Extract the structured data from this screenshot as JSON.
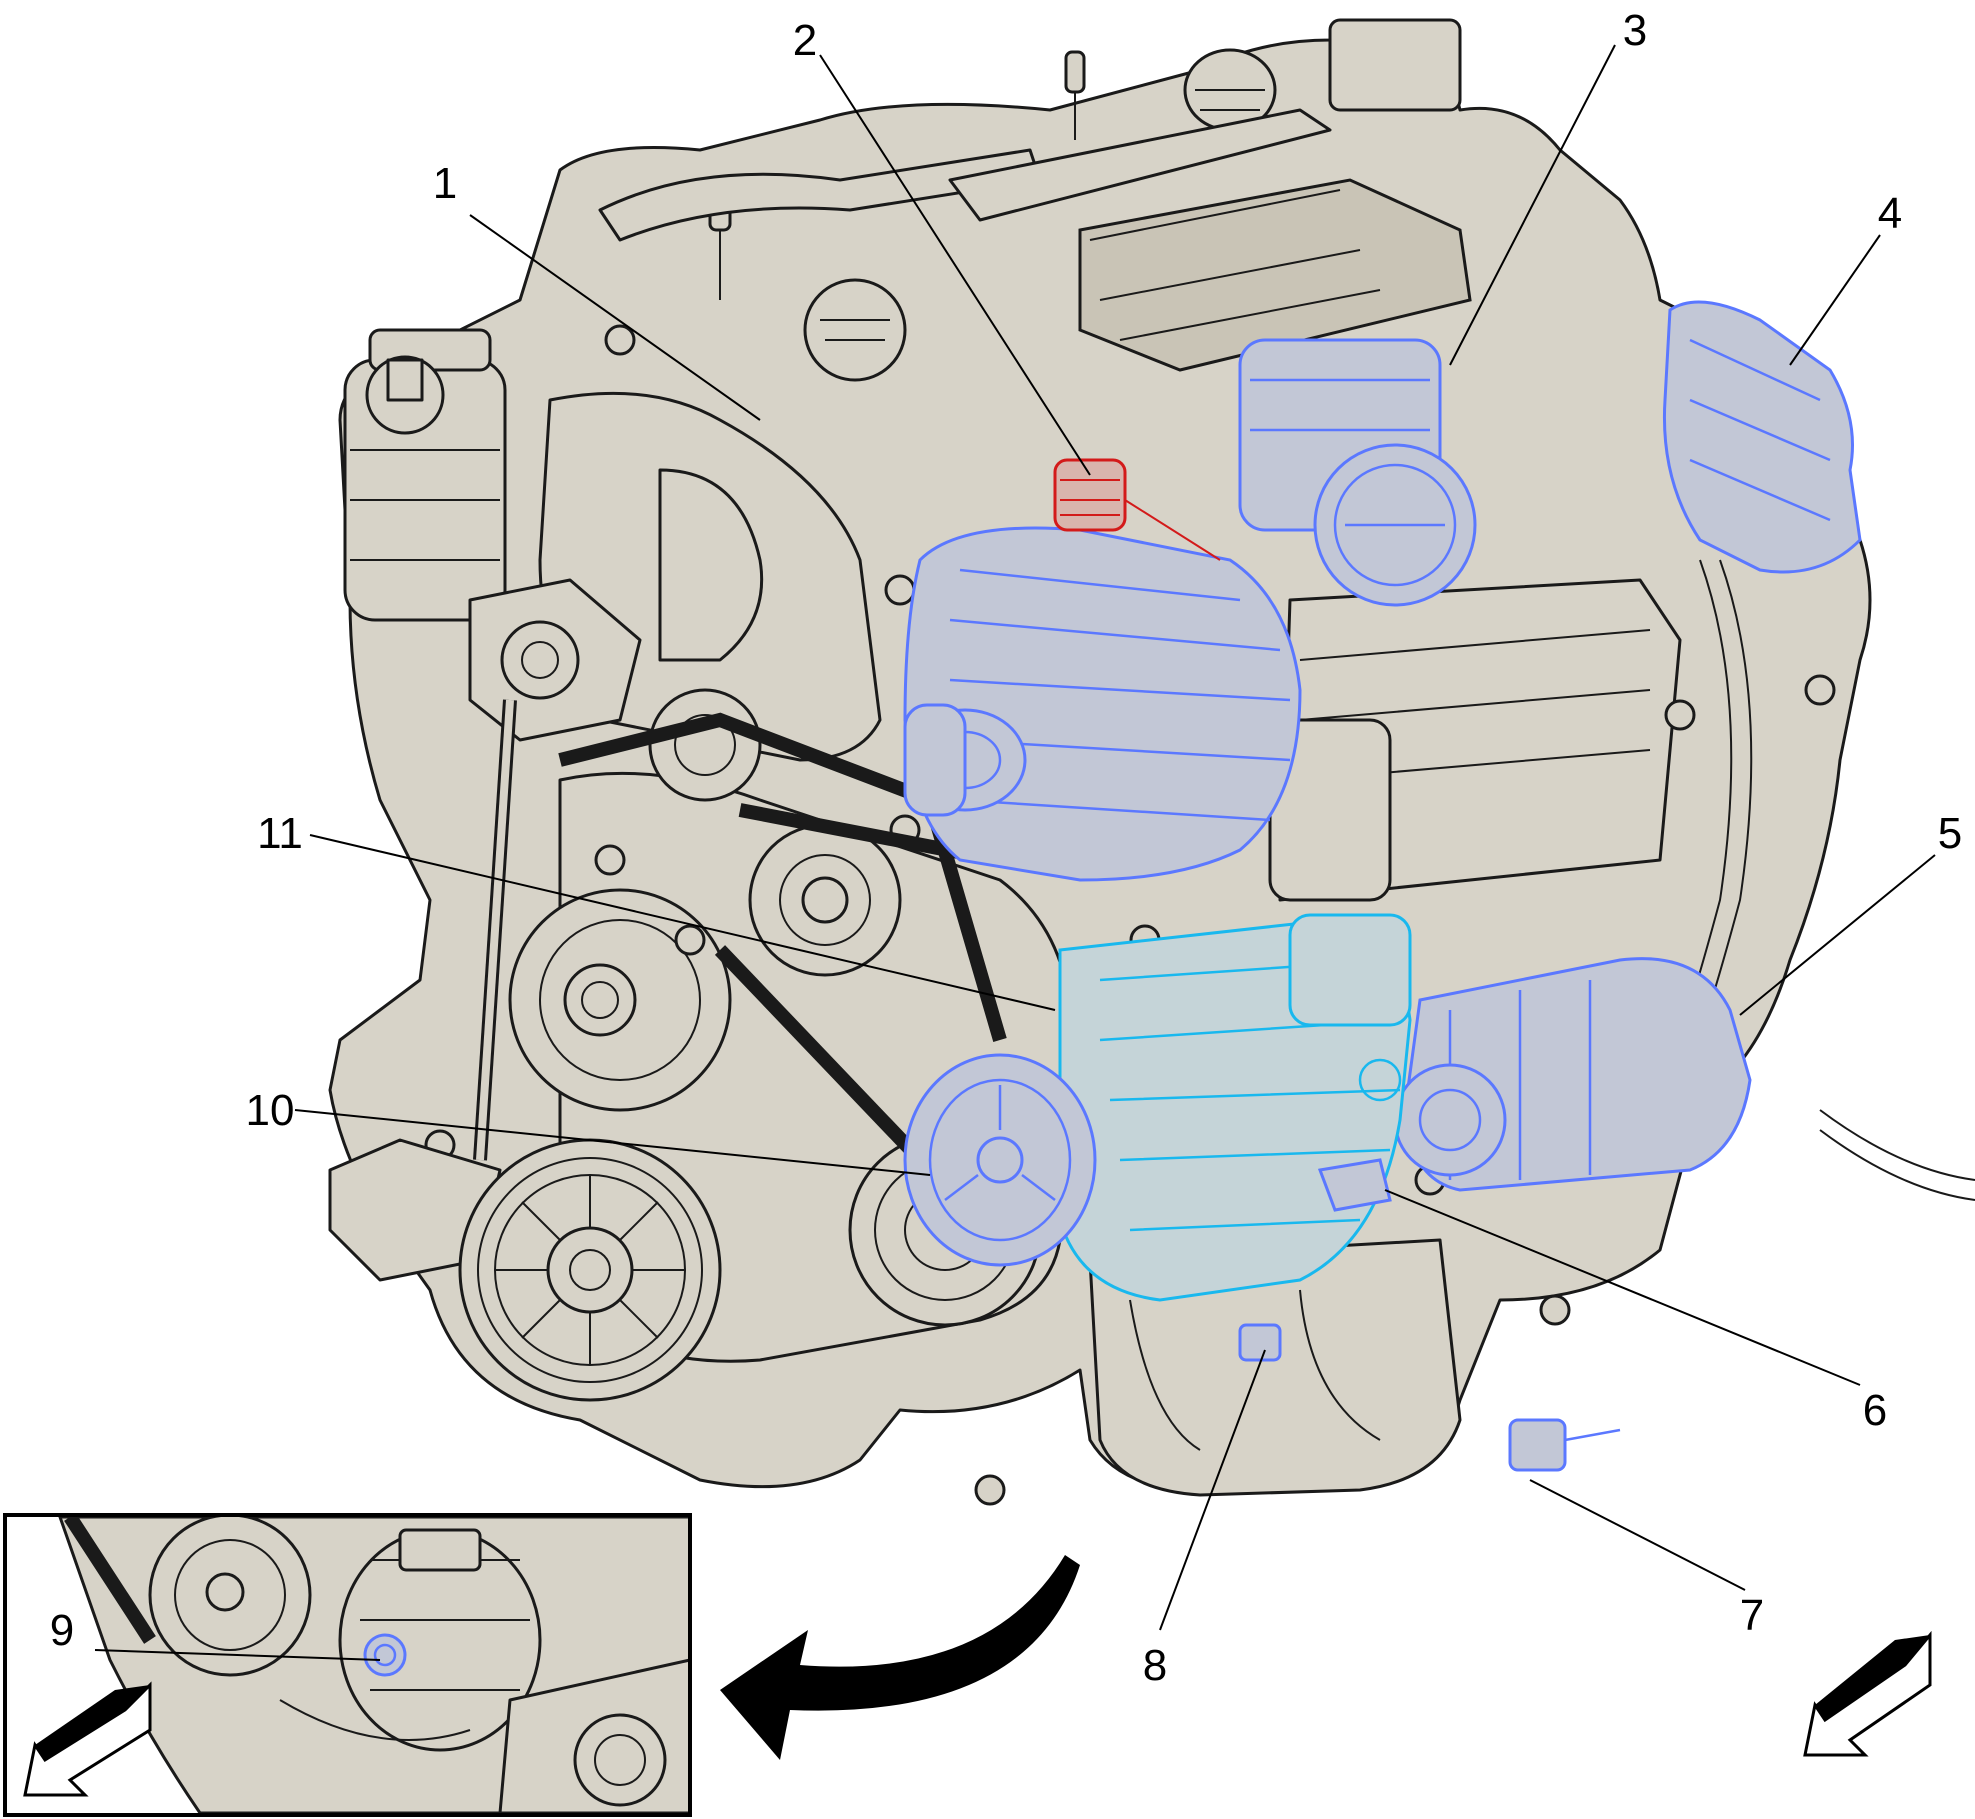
{
  "callouts": [
    {
      "id": "1",
      "label": "1"
    },
    {
      "id": "2",
      "label": "2"
    },
    {
      "id": "3",
      "label": "3"
    },
    {
      "id": "4",
      "label": "4"
    },
    {
      "id": "5",
      "label": "5"
    },
    {
      "id": "6",
      "label": "6"
    },
    {
      "id": "7",
      "label": "7"
    },
    {
      "id": "8",
      "label": "8"
    },
    {
      "id": "9",
      "label": "9"
    },
    {
      "id": "10",
      "label": "10"
    },
    {
      "id": "11",
      "label": "11"
    }
  ],
  "colors": {
    "engine_fill": "#d7d3c8",
    "outline": "#1a1a1a",
    "highlight_blue": "#5b78ff",
    "highlight_cyan": "#19b8ee",
    "highlight_red": "#d31a1a"
  },
  "icons": {
    "view_arrow": "view-direction-arrow-icon",
    "curved_arrow": "curved-detail-arrow-icon"
  }
}
